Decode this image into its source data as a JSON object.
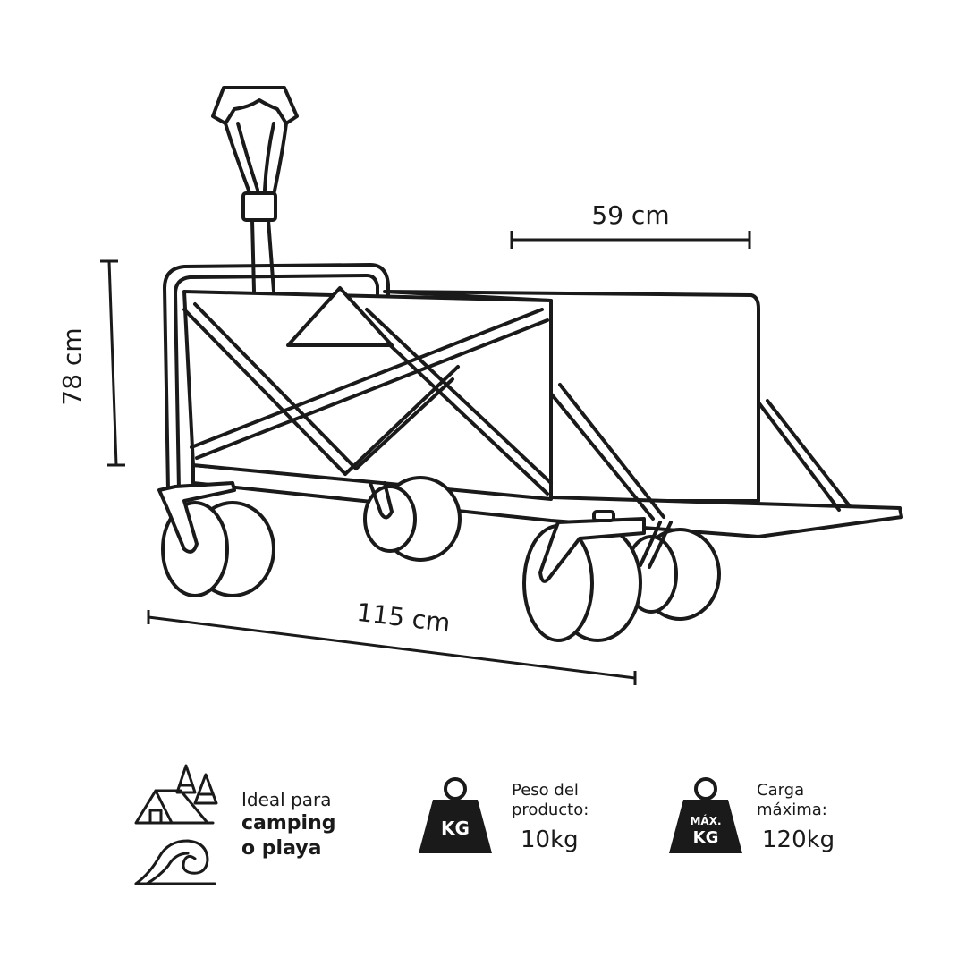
{
  "dimensions": {
    "width_label": "59 cm",
    "height_label": "78 cm",
    "length_label": "115 cm"
  },
  "features": {
    "use": {
      "line1": "Ideal para",
      "line2": "camping",
      "line3": "o playa"
    },
    "weight": {
      "badge": "KG",
      "label_line1": "Peso del",
      "label_line2": "producto:",
      "value": "10kg"
    },
    "max_load": {
      "badge_top": "MÁX.",
      "badge_bottom": "KG",
      "label_line1": "Carga",
      "label_line2": "máxima:",
      "value": "120kg"
    }
  },
  "icons": [
    "camping-tent-icon",
    "ocean-wave-icon",
    "weight-kg-icon",
    "max-load-kg-icon"
  ]
}
